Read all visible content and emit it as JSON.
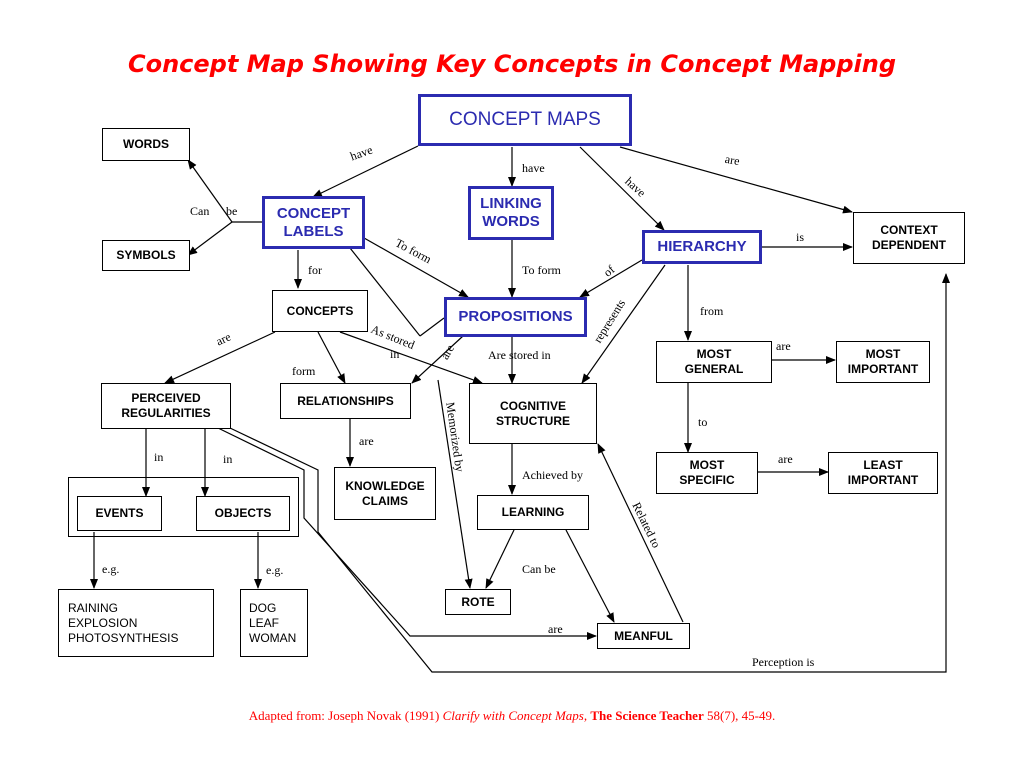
{
  "title": "Concept Map Showing Key Concepts in Concept Mapping",
  "credit": {
    "prefix": "Adapted from: Joseph Novak (1991) ",
    "work": "Clarify with Concept Maps, ",
    "journal": "The Science Teacher",
    "suffix": " 58(7), 45-49."
  },
  "nodes": {
    "concept_maps": "CONCEPT MAPS",
    "words": "WORDS",
    "symbols": "SYMBOLS",
    "concept_labels": "CONCEPT\nLABELS",
    "linking_words": "LINKING\nWORDS",
    "hierarchy": "HIERARCHY",
    "context_dependent": "CONTEXT\nDEPENDENT",
    "concepts": "CONCEPTS",
    "propositions": "PROPOSITIONS",
    "perceived_regularities": "PERCEIVED\nREGULARITIES",
    "relationships": "RELATIONSHIPS",
    "cognitive_structure": "COGNITIVE\nSTRUCTURE",
    "most_general": "MOST\nGENERAL",
    "most_important": "MOST\nIMPORTANT",
    "events": "EVENTS",
    "objects": "OBJECTS",
    "knowledge_claims": "KNOWLEDGE\nCLAIMS",
    "learning": "LEARNING",
    "most_specific": "MOST\nSPECIFIC",
    "least_important": "LEAST\nIMPORTANT",
    "events_examples": "RAINING\nEXPLOSION\nPHOTOSYNTHESIS",
    "objects_examples": "DOG\nLEAF\nWOMAN",
    "rote": "ROTE",
    "meanful": "MEANFUL"
  },
  "links": {
    "have_labels": "have",
    "have_linking": "have",
    "have_hierarchy": "have",
    "are_context": "are",
    "can": "Can",
    "be": "be",
    "is": "is",
    "for": "for",
    "to_form_left": "To form",
    "to_form_mid": "To form",
    "of": "of",
    "represents": "represents",
    "from": "from",
    "are_regularities": "are",
    "as_stored": "As stored",
    "in_stored": "in",
    "are_props_rel": "are",
    "are_stored_in": "Are  stored in",
    "are_general": "are",
    "form": "form",
    "memorized_by": "Memorized by",
    "are_knowledge": "are",
    "in_events": "in",
    "in_objects": "in",
    "to": "to",
    "are_specific": "are",
    "achieved_by": "Achieved by",
    "related_to": "Related to",
    "eg_events": "e.g.",
    "eg_objects": "e.g.",
    "can_be": "Can be",
    "are_meanful": "are",
    "perception_is": "Perception is"
  }
}
